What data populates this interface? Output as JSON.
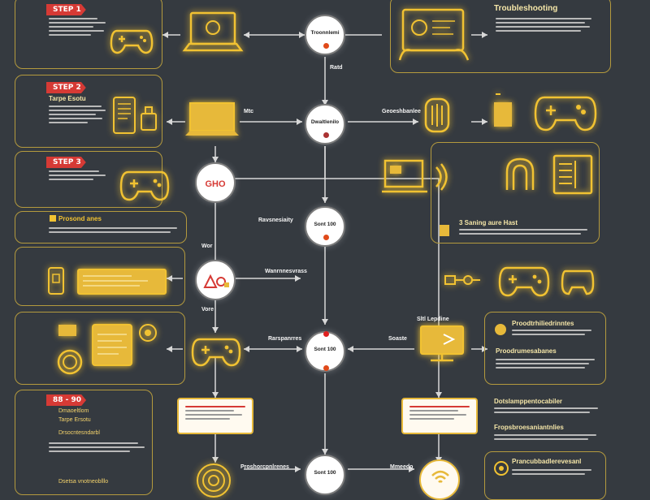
{
  "colors": {
    "background": "#353a40",
    "accent": "#f1c232",
    "tag": "#d63a35",
    "connector": "#d8d8d8",
    "panel_border": "#b49a3e"
  },
  "steps": [
    {
      "tag": "STEP 1",
      "heading": ""
    },
    {
      "tag": "STEP 2",
      "heading": "Tarpe Esotu"
    },
    {
      "tag": "STEP 3",
      "heading": ""
    },
    {
      "tag": "",
      "heading": "Prosond anes"
    },
    {
      "tag": "88 - 90",
      "heading": ""
    }
  ],
  "troubleshooting": {
    "title": "Troubleshooting"
  },
  "circles": {
    "c1": "Troonnlemi",
    "c2": "Dwaltlenilo",
    "c3": "GHO",
    "c4": "Sont 100",
    "c6": "Sont 100"
  },
  "labels": {
    "l1": "Ratd",
    "l2": "Mtc",
    "l3": "Geoeshbanlee",
    "l4": "Ravsnesiaity",
    "l5": "Wanrnnesvrass",
    "l6": "Rarspanrres",
    "l7": "Soaste",
    "l8": "Vore",
    "l9": "Sltl Lepdine",
    "l10": "Proshorcpnlrenes",
    "l11": "Mmeedo",
    "l12": "Wor"
  },
  "right_panels": {
    "p1": "3 Saning aure Hast",
    "p2": "Proodtrhiliedrinntes",
    "p3": "Proodrumesabanes",
    "p4": "Dotslamppentocabiler",
    "p5": "Fropsbroesaniantnlies",
    "p6": "Prancubbadlerevesanl"
  },
  "left_subs": {
    "s1": "Dmaoeltlom",
    "s2": "Tarpe Ersotu",
    "s3": "Drsocntesndarbl",
    "s4": "Dsetsa vnotneoblllo"
  },
  "icons": [
    "gamepad-icon",
    "laptop-icon",
    "tablet-icon",
    "wifi-icon",
    "monitor-icon",
    "fingerprint-icon",
    "smartphone-icon",
    "triangle-circle-square-icon",
    "target-icon",
    "settings-icon"
  ]
}
